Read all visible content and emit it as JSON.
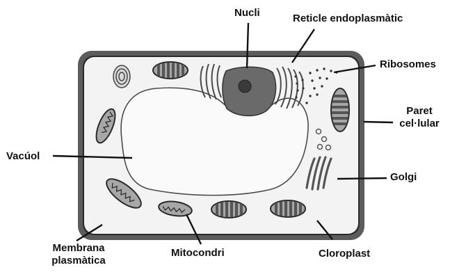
{
  "diagram": {
    "colors": {
      "cell_wall": "#5c5c5c",
      "cytoplasm": "#f3f3f3",
      "vacuole": "#fafafa",
      "nucleus": "#6a6a6a",
      "nucleolus": "#3a3a3a",
      "organelle_fill": "#a7a7a7",
      "outline": "#2b2b2b",
      "leader_line": "#111111"
    },
    "labels": {
      "nucli": "Nucli",
      "reticle": "Reticle endoplasmàtic",
      "ribosomes": "Ribosomes",
      "paret_1": "Paret",
      "paret_2": "cel·lular",
      "vacuol": "Vacúol",
      "golgi": "Golgi",
      "membrana_1": "Membrana",
      "membrana_2": "plasmàtica",
      "mitocondri": "Mitocondri",
      "cloroplast": "Cloroplast"
    }
  }
}
